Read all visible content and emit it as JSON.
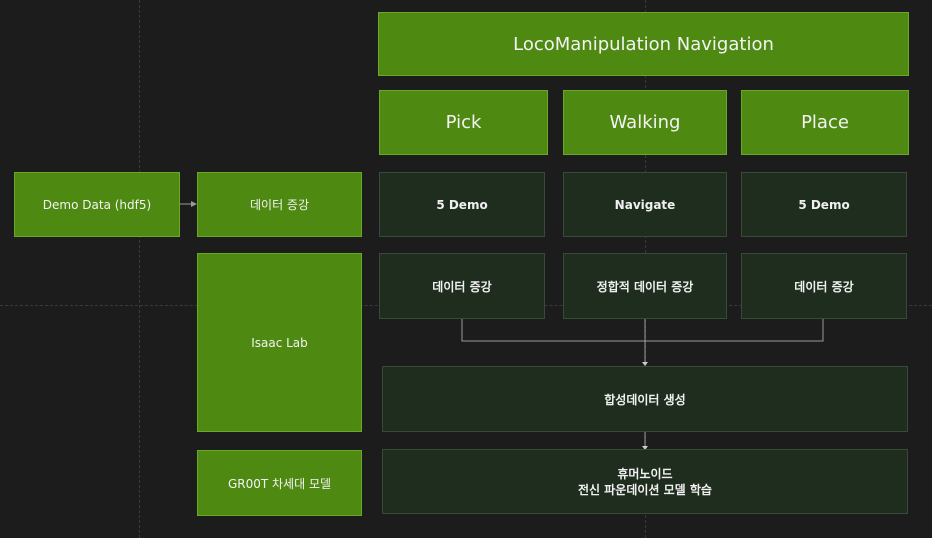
{
  "title": "LocoManipulation Navigation",
  "phases": [
    "Pick",
    "Walking",
    "Place"
  ],
  "demo_row": [
    "5 Demo",
    "Navigate",
    "5 Demo"
  ],
  "augment_row": [
    "데이터 증강",
    "정합적 데이터 증강",
    "데이터 증강"
  ],
  "left": {
    "demo_data": "Demo Data (hdf5)",
    "data_augment": "데이터 증강",
    "isaac_lab": "Isaac Lab",
    "groot": "GR00T 차세대 모델"
  },
  "synthetic": "합성데이터 생성",
  "final": "휴머노이드\n전신 파운데이션 모델 학습",
  "colors": {
    "green": "#4e8a12",
    "dark_box": "#1f2d1f",
    "background": "#1c1c1c",
    "connector": "#9a9a9a"
  }
}
